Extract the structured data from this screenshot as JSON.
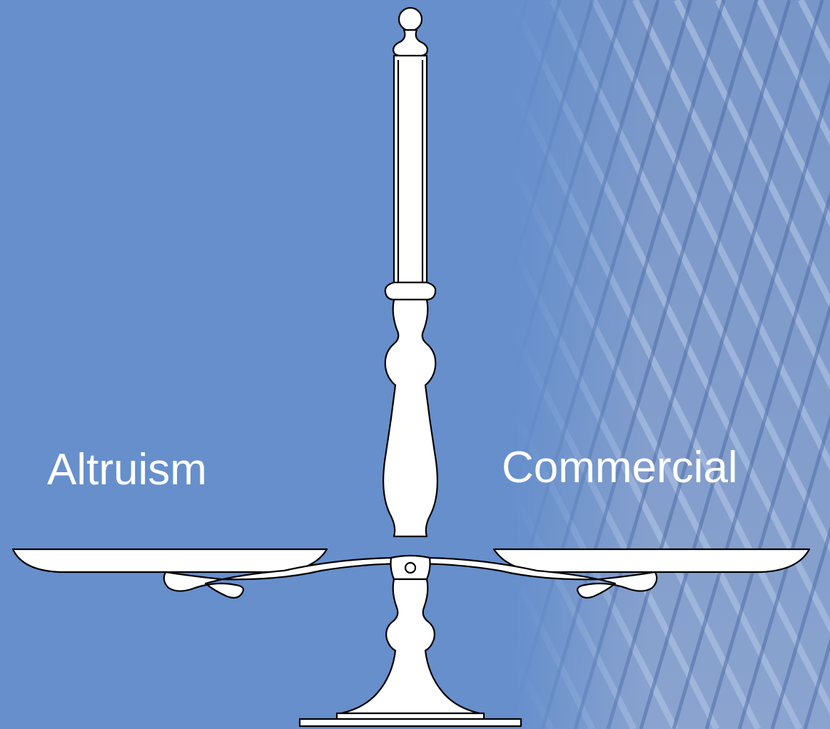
{
  "slide": {
    "background_color": "#668fcc",
    "left_label": "Altruism",
    "right_label": "Commercial"
  },
  "icons": {
    "center": "balance-scale-icon",
    "background": "building-facade-grid"
  }
}
